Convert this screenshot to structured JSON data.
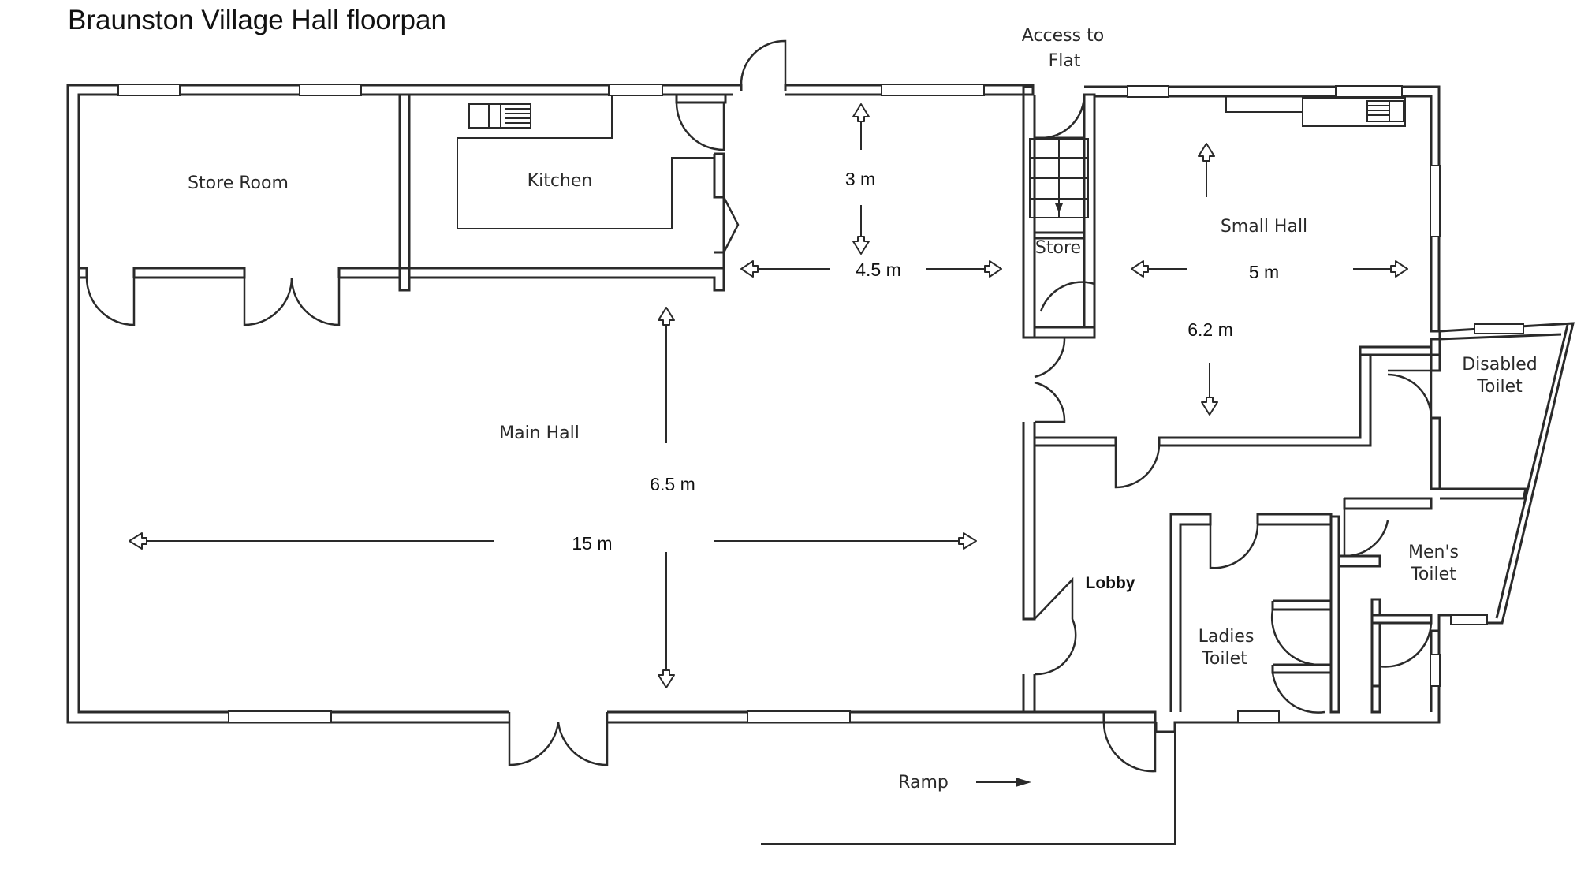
{
  "title": "Braunston Village Hall floorpan",
  "rooms": {
    "store_room": "Store Room",
    "kitchen": "Kitchen",
    "main_hall": "Main Hall",
    "small_hall": "Small Hall",
    "store": "Store",
    "lobby": "Lobby",
    "access_line1": "Access to",
    "access_line2": "Flat",
    "disabled_line1": "Disabled",
    "disabled_line2": "Toilet",
    "mens_line1": "Men's",
    "mens_line2": "Toilet",
    "ladies_line1": "Ladies",
    "ladies_line2": "Toilet",
    "ramp": "Ramp"
  },
  "dimensions": {
    "main_width": "15 m",
    "main_depth": "6.5 m",
    "entry_width": "4.5 m",
    "entry_depth": "3 m",
    "small_width": "5 m",
    "small_depth": "6.2 m"
  }
}
